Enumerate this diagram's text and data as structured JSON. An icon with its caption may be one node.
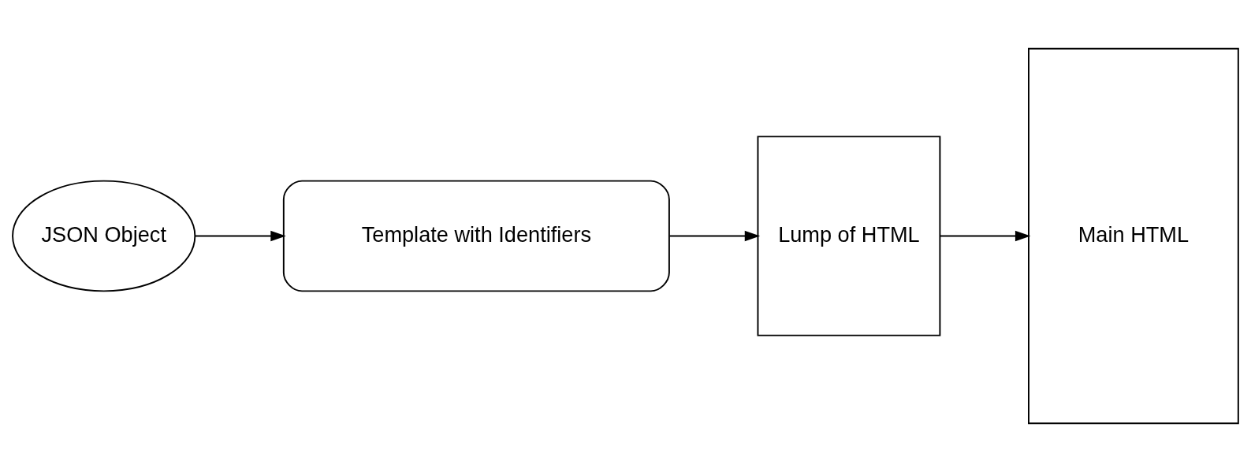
{
  "diagram": {
    "nodes": [
      {
        "text": [
          "JSON Object"
        ]
      },
      {
        "text": [
          "Template with Identifiers"
        ]
      },
      {
        "text": [
          "Lump of HTML"
        ]
      },
      {
        "text": [
          "Main HTML"
        ]
      }
    ],
    "edges": [
      {
        "from": 0,
        "to": 1,
        "arrow": "to"
      },
      {
        "from": 1,
        "to": 2,
        "arrow": "to"
      },
      {
        "from": 2,
        "to": 3,
        "arrow": "to"
      }
    ]
  }
}
